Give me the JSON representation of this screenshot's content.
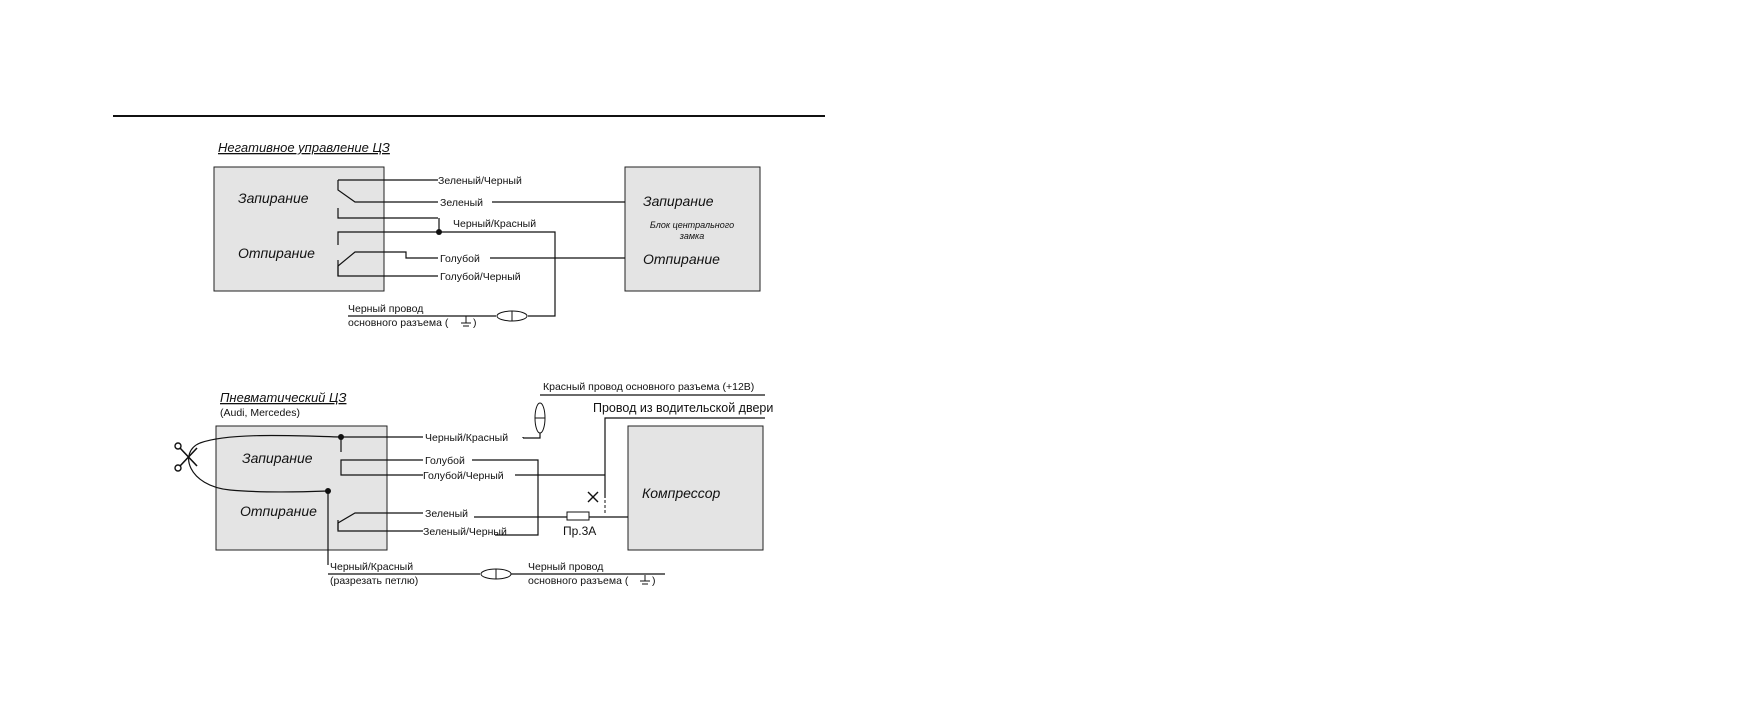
{
  "diagram1": {
    "title": "Негативное управление ЦЗ",
    "left_box": {
      "lock": "Запирание",
      "unlock": "Отпирание"
    },
    "wires": {
      "green_black": "Зеленый/Черный",
      "green": "Зеленый",
      "black_red": "Черный/Красный",
      "blue": "Голубой",
      "blue_black": "Голубой/Черный"
    },
    "ground_note": {
      "line1": "Черный провод",
      "line2": "основного разъема (",
      "line2_end": ")"
    },
    "right_box": {
      "lock": "Запирание",
      "center1": "Блок центрального",
      "center2": "замка",
      "unlock": "Отпирание"
    }
  },
  "diagram2": {
    "title": "Пневматический  ЦЗ",
    "subtitle": "(Audi, Mercedes)",
    "left_box": {
      "lock": "Запирание",
      "unlock": "Отпирание"
    },
    "wires": {
      "black_red": "Черный/Красный",
      "blue": "Голубой",
      "blue_black": "Голубой/Черный",
      "green": "Зеленый",
      "green_black": "Зеленый/Черный"
    },
    "red_wire_note": "Красный провод  основного разъема (+12В)",
    "driver_door_note": "Провод из водительской двери",
    "compressor": "Компрессор",
    "fuse": "Пр.3А",
    "bottom_left": {
      "line1": "Черный/Красный",
      "line2": "(разрезать петлю)"
    },
    "bottom_right": {
      "line1": "Черный провод",
      "line2": "основного разъема (",
      "line2_end": ")"
    }
  }
}
